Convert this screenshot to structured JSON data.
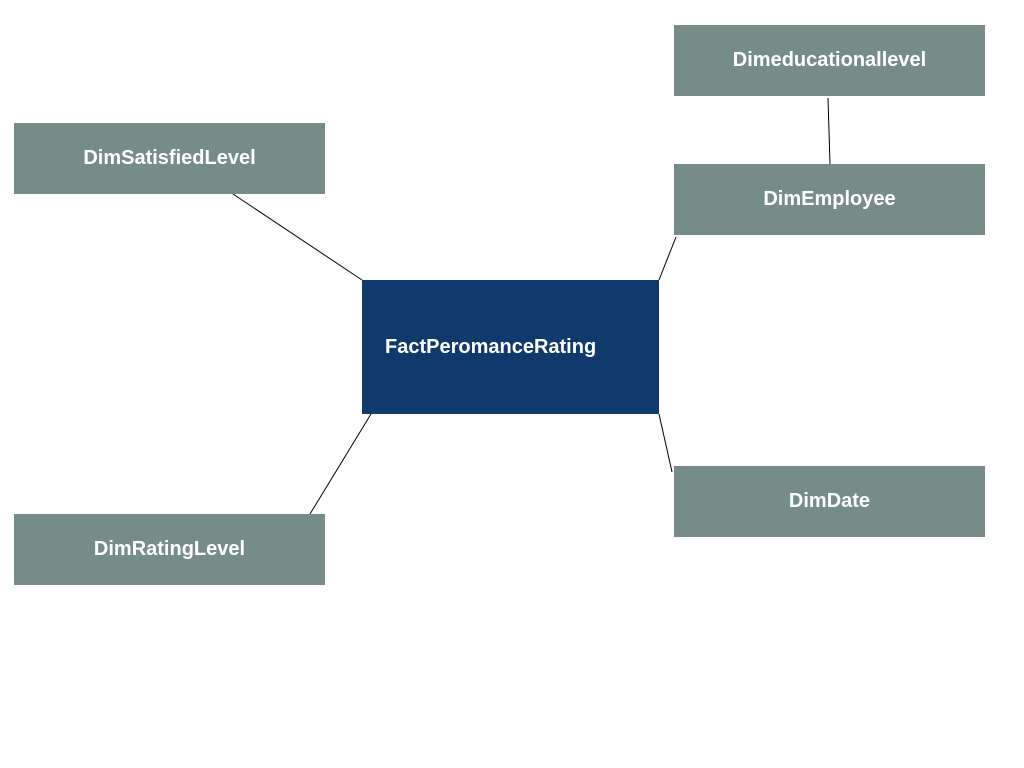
{
  "colors": {
    "dimension_fill": "#768c88",
    "fact_fill": "#0f3a6b",
    "label_text": "#ffffff",
    "connector": "#000000",
    "background": "#ffffff"
  },
  "nodes": {
    "fact": {
      "label": "FactPeromanceRating"
    },
    "dim_satisfied_level": {
      "label": "DimSatisfiedLevel"
    },
    "dim_rating_level": {
      "label": "DimRatingLevel"
    },
    "dim_educational_level": {
      "label": "Dimeducationallevel"
    },
    "dim_employee": {
      "label": "DimEmployee"
    },
    "dim_date": {
      "label": "DimDate"
    }
  }
}
